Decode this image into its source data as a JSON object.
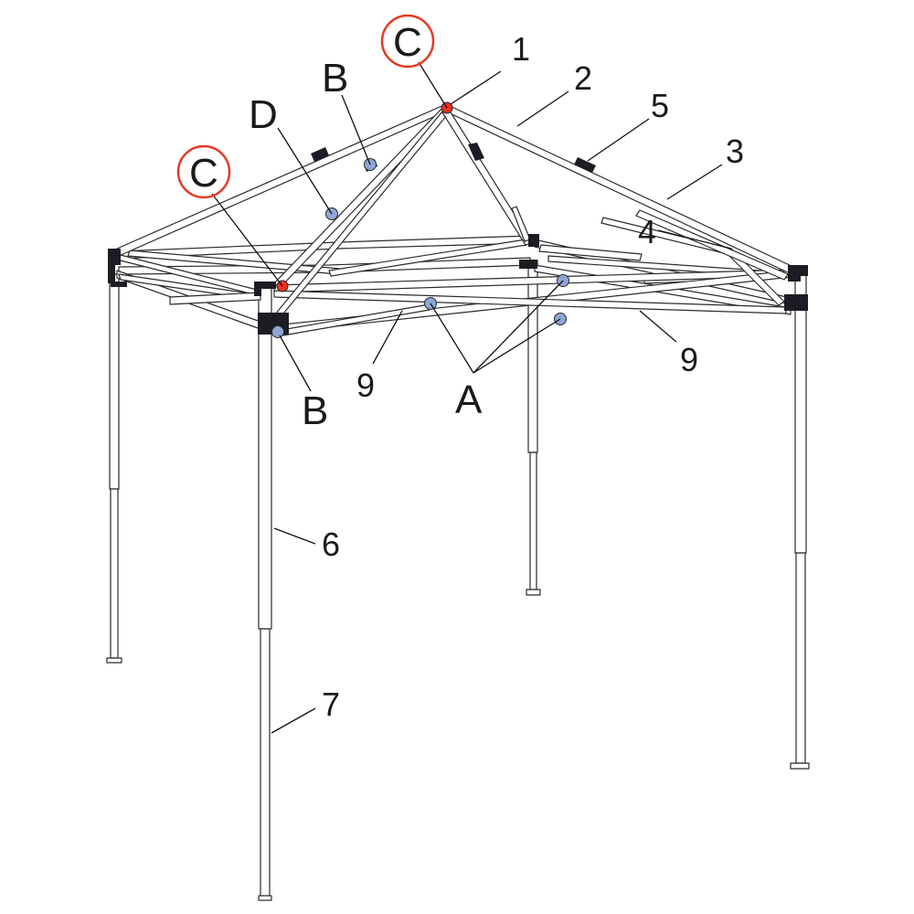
{
  "colors": {
    "line": "#2b2b2b",
    "bracket": "#1c1c24",
    "marker_red": "#e8301f",
    "marker_blue": "#8ea6d6",
    "circle_red": "#e53a25"
  },
  "labels": {
    "n1": "1",
    "n2": "2",
    "n3": "3",
    "n4": "4",
    "n5": "5",
    "n6": "6",
    "n7": "7",
    "n9_left": "9",
    "n9_right": "9",
    "a": "A",
    "b_top": "B",
    "b_bottom": "B",
    "c_top": "C",
    "c_left": "C",
    "d": "D"
  }
}
